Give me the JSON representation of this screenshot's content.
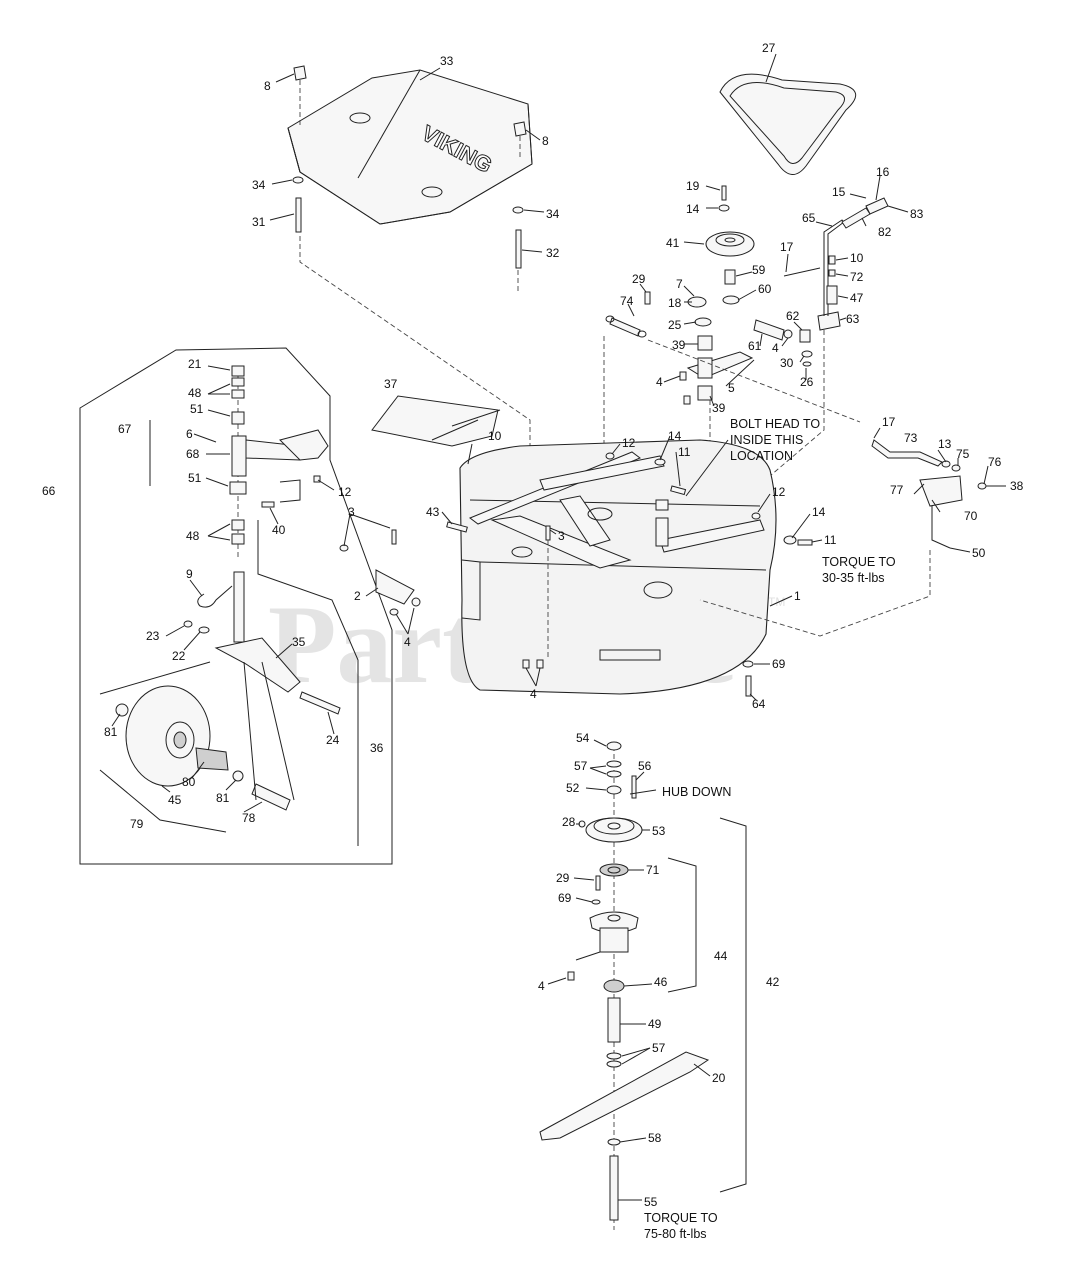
{
  "watermark": {
    "text": "PartsTree",
    "tm": "TM"
  },
  "notes": {
    "bolt_head_1": "BOLT HEAD TO",
    "bolt_head_2": "INSIDE THIS",
    "bolt_head_3": "LOCATION",
    "torque1_1": "TORQUE TO",
    "torque1_2": "30-35 ft-lbs",
    "hub_down": "HUB DOWN",
    "torque2_1": "TORQUE TO",
    "torque2_2": "75-80 ft-lbs"
  },
  "brand_mark": "VIKING",
  "callouts": [
    {
      "id": "c27",
      "n": "27"
    },
    {
      "id": "c33",
      "n": "33"
    },
    {
      "id": "c8a",
      "n": "8"
    },
    {
      "id": "c8b",
      "n": "8"
    },
    {
      "id": "c34a",
      "n": "34"
    },
    {
      "id": "c31",
      "n": "31"
    },
    {
      "id": "c34b",
      "n": "34"
    },
    {
      "id": "c32",
      "n": "32"
    },
    {
      "id": "c19",
      "n": "19"
    },
    {
      "id": "c14a",
      "n": "14"
    },
    {
      "id": "c41",
      "n": "41"
    },
    {
      "id": "c15",
      "n": "15"
    },
    {
      "id": "c16",
      "n": "16"
    },
    {
      "id": "c83",
      "n": "83"
    },
    {
      "id": "c82",
      "n": "82"
    },
    {
      "id": "c65",
      "n": "65"
    },
    {
      "id": "c17a",
      "n": "17"
    },
    {
      "id": "c10a",
      "n": "10"
    },
    {
      "id": "c72",
      "n": "72"
    },
    {
      "id": "c47",
      "n": "47"
    },
    {
      "id": "c59",
      "n": "59"
    },
    {
      "id": "c60",
      "n": "60"
    },
    {
      "id": "c29a",
      "n": "29"
    },
    {
      "id": "c7",
      "n": "7"
    },
    {
      "id": "c18",
      "n": "18"
    },
    {
      "id": "c74",
      "n": "74"
    },
    {
      "id": "c25",
      "n": "25"
    },
    {
      "id": "c39a",
      "n": "39"
    },
    {
      "id": "c61",
      "n": "61"
    },
    {
      "id": "c62",
      "n": "62"
    },
    {
      "id": "c4a",
      "n": "4"
    },
    {
      "id": "c30",
      "n": "30"
    },
    {
      "id": "c26",
      "n": "26"
    },
    {
      "id": "c63",
      "n": "63"
    },
    {
      "id": "c4b",
      "n": "4"
    },
    {
      "id": "c5",
      "n": "5"
    },
    {
      "id": "c39b",
      "n": "39"
    },
    {
      "id": "c21",
      "n": "21"
    },
    {
      "id": "c48a",
      "n": "48"
    },
    {
      "id": "c51a",
      "n": "51"
    },
    {
      "id": "c67",
      "n": "67"
    },
    {
      "id": "c6",
      "n": "6"
    },
    {
      "id": "c68",
      "n": "68"
    },
    {
      "id": "c51b",
      "n": "51"
    },
    {
      "id": "c12a",
      "n": "12"
    },
    {
      "id": "c40",
      "n": "40"
    },
    {
      "id": "c48b",
      "n": "48"
    },
    {
      "id": "c66",
      "n": "66"
    },
    {
      "id": "c37",
      "n": "37"
    },
    {
      "id": "c10b",
      "n": "10"
    },
    {
      "id": "c12b",
      "n": "12"
    },
    {
      "id": "c14b",
      "n": "14"
    },
    {
      "id": "c11a",
      "n": "11"
    },
    {
      "id": "c17b",
      "n": "17"
    },
    {
      "id": "c73",
      "n": "73"
    },
    {
      "id": "c13",
      "n": "13"
    },
    {
      "id": "c75",
      "n": "75"
    },
    {
      "id": "c76",
      "n": "76"
    },
    {
      "id": "c38",
      "n": "38"
    },
    {
      "id": "c77",
      "n": "77"
    },
    {
      "id": "c70",
      "n": "70"
    },
    {
      "id": "c12c",
      "n": "12"
    },
    {
      "id": "c14c",
      "n": "14"
    },
    {
      "id": "c11b",
      "n": "11"
    },
    {
      "id": "c50",
      "n": "50"
    },
    {
      "id": "c43",
      "n": "43"
    },
    {
      "id": "c3a",
      "n": "3"
    },
    {
      "id": "c3b",
      "n": "3"
    },
    {
      "id": "c2",
      "n": "2"
    },
    {
      "id": "c4c",
      "n": "4"
    },
    {
      "id": "c9",
      "n": "9"
    },
    {
      "id": "c23",
      "n": "23"
    },
    {
      "id": "c22",
      "n": "22"
    },
    {
      "id": "c35",
      "n": "35"
    },
    {
      "id": "c1",
      "n": "1"
    },
    {
      "id": "c69a",
      "n": "69"
    },
    {
      "id": "c64",
      "n": "64"
    },
    {
      "id": "c4d",
      "n": "4"
    },
    {
      "id": "c81a",
      "n": "81"
    },
    {
      "id": "c24",
      "n": "24"
    },
    {
      "id": "c36",
      "n": "36"
    },
    {
      "id": "c80",
      "n": "80"
    },
    {
      "id": "c45",
      "n": "45"
    },
    {
      "id": "c81b",
      "n": "81"
    },
    {
      "id": "c79",
      "n": "79"
    },
    {
      "id": "c78",
      "n": "78"
    },
    {
      "id": "c54",
      "n": "54"
    },
    {
      "id": "c57a",
      "n": "57"
    },
    {
      "id": "c56",
      "n": "56"
    },
    {
      "id": "c52",
      "n": "52"
    },
    {
      "id": "c28",
      "n": "28"
    },
    {
      "id": "c53",
      "n": "53"
    },
    {
      "id": "c29b",
      "n": "29"
    },
    {
      "id": "c71",
      "n": "71"
    },
    {
      "id": "c69b",
      "n": "69"
    },
    {
      "id": "c44",
      "n": "44"
    },
    {
      "id": "c42",
      "n": "42"
    },
    {
      "id": "c4e",
      "n": "4"
    },
    {
      "id": "c46",
      "n": "46"
    },
    {
      "id": "c49",
      "n": "49"
    },
    {
      "id": "c57b",
      "n": "57"
    },
    {
      "id": "c20",
      "n": "20"
    },
    {
      "id": "c58",
      "n": "58"
    },
    {
      "id": "c55",
      "n": "55"
    }
  ]
}
